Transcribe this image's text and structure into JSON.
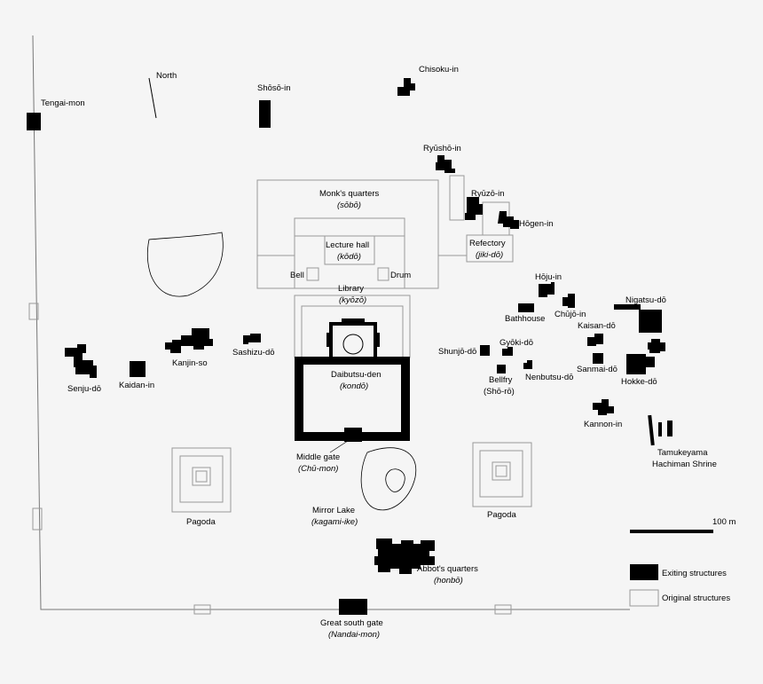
{
  "labels": {
    "north": "North",
    "tengai_mon": "Tengai-mon",
    "shoso_in": "Shōsō-in",
    "chisoku_in": "Chisoku-in",
    "ryusho_in": "Ryūshō-in",
    "ryuzo_in": "Ryūzō-in",
    "hogen_in": "Hōgen-in",
    "monks_quarters": "Monk's quarters",
    "monks_quarters_jp": "(sōbō)",
    "lecture_hall": "Lecture hall",
    "lecture_hall_jp": "(kōdō)",
    "refectory": "Refectory",
    "refectory_jp": "(jiki-dō)",
    "bell": "Bell",
    "drum": "Drum",
    "library": "Library",
    "library_jp": "(kyōzō)",
    "hoju_in": "Hōju-in",
    "bathhouse": "Bathhouse",
    "chujo_in": "Chūjō-in",
    "nigatsu_do": "Nigatsu-dō",
    "kaisan_do": "Kaisan-dō",
    "sanmai_do": "Sanmai-dō",
    "hokke_do": "Hokke-dō",
    "shunjo_do": "Shunjō-dō",
    "gyoki_do": "Gyōki-dō",
    "nenbutsu_do": "Nenbutsu-dō",
    "bellfry": "Bellfry",
    "bellfry_jp": "(Shō-rō)",
    "kannon_in": "Kannon-in",
    "tamukeyama_1": "Tamukeyama",
    "tamukeyama_2": "Hachiman Shrine",
    "daibutsu_den": "Daibutsu-den",
    "daibutsu_den_jp": "(kondō)",
    "middle_gate": "Middle gate",
    "middle_gate_jp": "(Chū-mon)",
    "mirror_lake": "Mirror Lake",
    "mirror_lake_jp": "(kagami-ike)",
    "kanjin_so": "Kanjin-so",
    "sashizu_do": "Sashizu-dō",
    "senju_do": "Senju-dō",
    "kaidan_in": "Kaidan-in",
    "pagoda_west": "Pagoda",
    "pagoda_east": "Pagoda",
    "abbots_quarters": "Abbot's quarters",
    "abbots_quarters_jp": "(honbō)",
    "great_south_gate": "Great south gate",
    "great_south_gate_jp": "(Nandai-mon)",
    "scale": "100 m"
  },
  "legend": {
    "existing": "Exiting structures",
    "original": "Original structures"
  },
  "colors": {
    "background": "#f5f5f5",
    "existing": "#000000",
    "original_outline": "#999999",
    "wall": "#777777"
  }
}
